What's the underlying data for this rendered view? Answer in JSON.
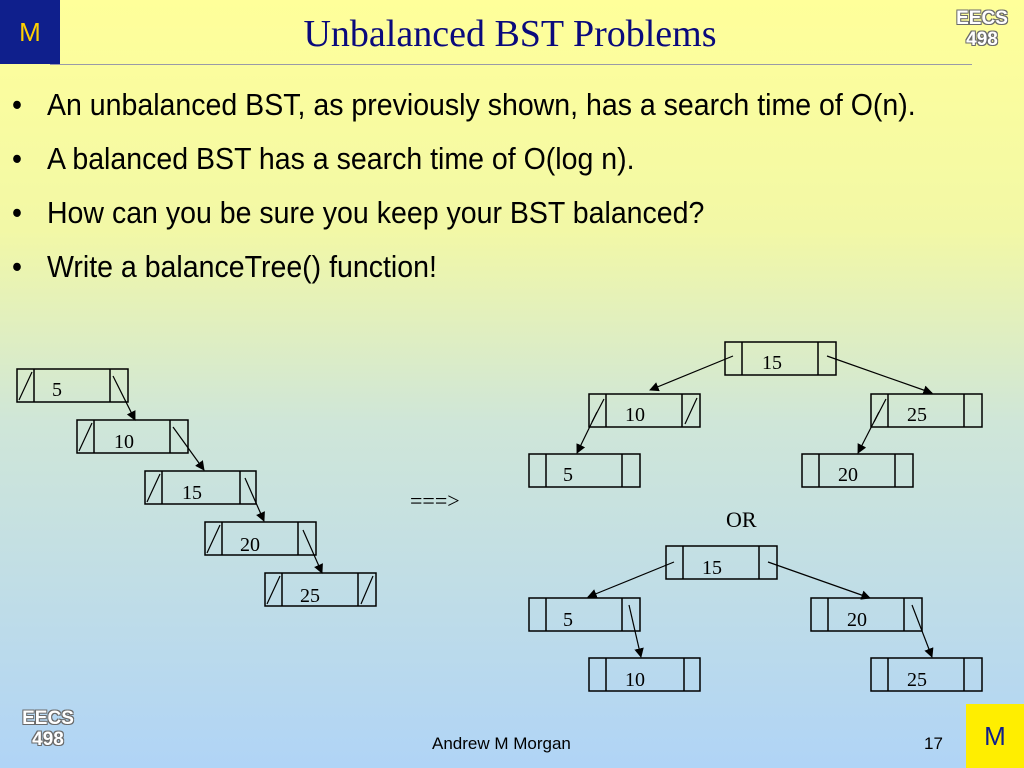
{
  "slide": {
    "title": "Unbalanced BST Problems",
    "logo_letter": "M",
    "course_top": [
      "EECS",
      "498"
    ],
    "course_bottom": [
      "EECS",
      "498"
    ],
    "bullets": [
      "An unbalanced BST, as previously shown, has a search time of O(n).",
      "A balanced BST has a search time of O(log n).",
      "How can you be sure you keep your BST balanced?",
      "Write a balanceTree() function!"
    ],
    "bullet_marker": "•",
    "arrow_text": "===>",
    "or_text": "OR",
    "footer": {
      "author": "Andrew M Morgan",
      "page": "17"
    },
    "colors": {
      "title": "#0a0a7c",
      "logo_dark": "#0f1f8c",
      "logo_yellow": "#ffee00",
      "logo_letter": "#ffd000"
    }
  },
  "diagrams": {
    "unbalanced_chain": [
      "5",
      "10",
      "15",
      "20",
      "25"
    ],
    "balanced_tree_1": {
      "root": "15",
      "left": "10",
      "left_left": "5",
      "right": "25",
      "right_left": "20"
    },
    "balanced_tree_2": {
      "root": "15",
      "left": "5",
      "left_right": "10",
      "right": "20",
      "right_right": "25"
    }
  }
}
